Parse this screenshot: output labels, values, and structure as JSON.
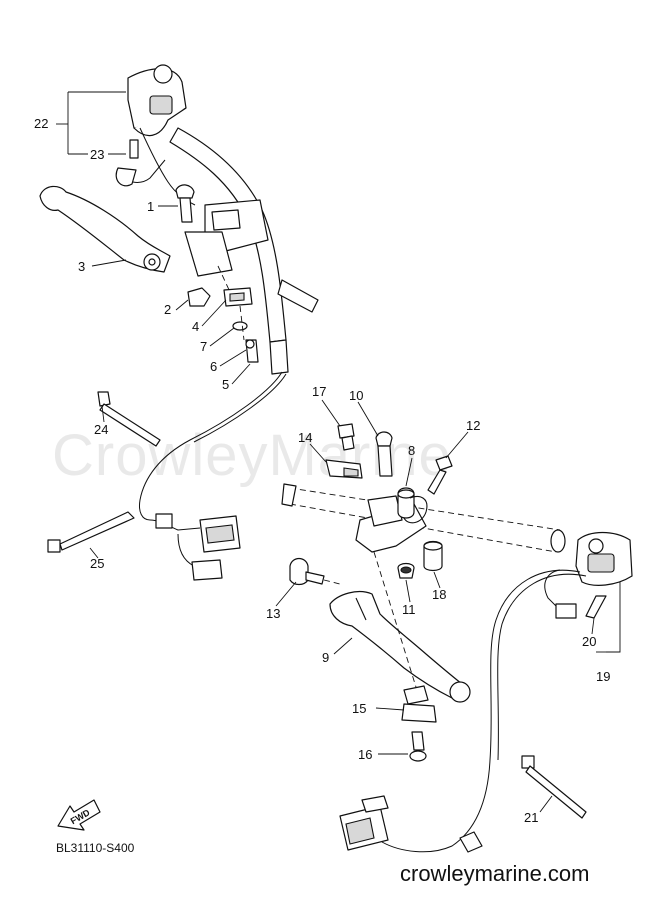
{
  "watermark": "CrowleyMarine",
  "footer": {
    "site": "crowleymarine.com",
    "diagram_code": "BL31110-S400",
    "fwd_label": "FWD"
  },
  "callouts": [
    "1",
    "2",
    "3",
    "4",
    "5",
    "6",
    "7",
    "8",
    "9",
    "10",
    "11",
    "12",
    "13",
    "14",
    "15",
    "16",
    "17",
    "18",
    "19",
    "20",
    "21",
    "22",
    "23",
    "24",
    "25"
  ]
}
